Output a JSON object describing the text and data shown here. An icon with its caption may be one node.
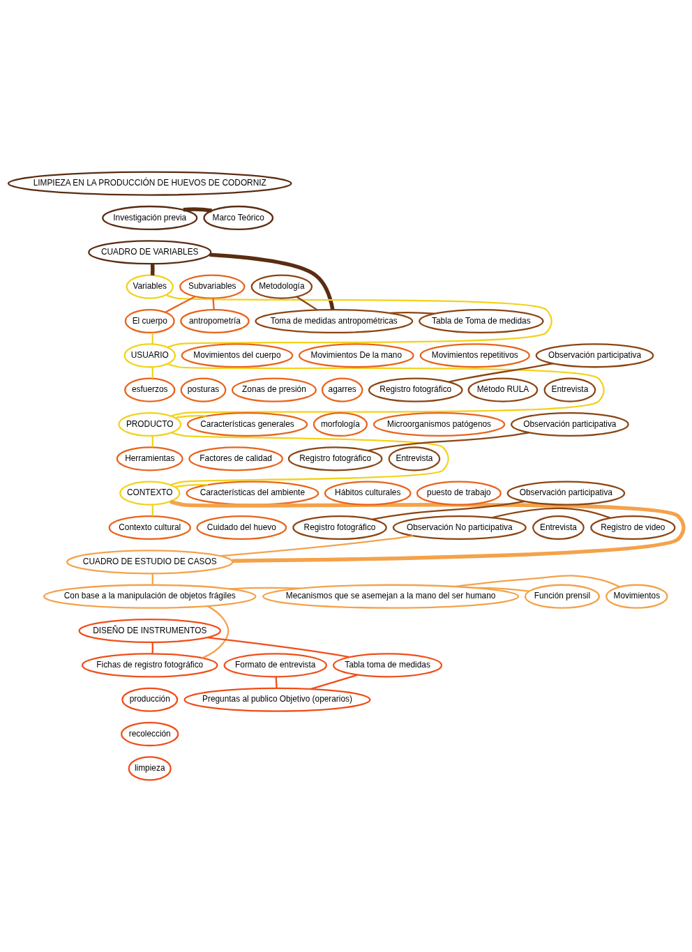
{
  "diagram": {
    "nodes": [
      {
        "text": [
          "LIMPIEZA EN LA PRODUCCIÓN DE HUEVOS DE CODORNIZ"
        ]
      },
      {
        "text": [
          "Investigación previa"
        ]
      },
      {
        "text": [
          "Marco Teórico"
        ]
      },
      {
        "text": [
          "CUADRO DE VARIABLES"
        ]
      },
      {
        "text": [
          "Variables"
        ]
      },
      {
        "text": [
          "Subvariables"
        ]
      },
      {
        "text": [
          "El cuerpo"
        ]
      },
      {
        "text": [
          "antropometría"
        ]
      },
      {
        "text": [
          "Toma de medidas antropométricas"
        ]
      },
      {
        "text": [
          "Metodología"
        ]
      },
      {
        "text": [
          "Tabla de Toma de medidas"
        ]
      },
      {
        "text": [
          "USUARIO"
        ]
      },
      {
        "text": [
          "Movimientos del cuerpo"
        ]
      },
      {
        "text": [
          "Movimientos De la mano"
        ]
      },
      {
        "text": [
          "Movimientos repetitivos"
        ]
      },
      {
        "text": [
          "Observación participativa"
        ]
      },
      {
        "text": [
          "esfuerzos"
        ]
      },
      {
        "text": [
          "posturas"
        ]
      },
      {
        "text": [
          "Zonas de presión"
        ]
      },
      {
        "text": [
          "agarres"
        ]
      },
      {
        "text": [
          "Registro fotográfico"
        ]
      },
      {
        "text": [
          "Método RULA"
        ]
      },
      {
        "text": [
          "Entrevista"
        ]
      },
      {
        "text": [
          "PRODUCTO"
        ]
      },
      {
        "text": [
          "Características generales"
        ]
      },
      {
        "text": [
          "morfología"
        ]
      },
      {
        "text": [
          "Microorganismos patógenos"
        ]
      },
      {
        "text": [
          "Observación participativa"
        ]
      },
      {
        "text": [
          "Herramientas"
        ]
      },
      {
        "text": [
          "Factores de calidad"
        ]
      },
      {
        "text": [
          "Registro fotográfico"
        ]
      },
      {
        "text": [
          "Entrevista"
        ]
      },
      {
        "text": [
          "CONTEXTO"
        ]
      },
      {
        "text": [
          "Características del ambiente"
        ]
      },
      {
        "text": [
          "Hábitos culturales"
        ]
      },
      {
        "text": [
          "puesto de trabajo"
        ]
      },
      {
        "text": [
          "Observación participativa"
        ]
      },
      {
        "text": [
          "Contexto cultural"
        ]
      },
      {
        "text": [
          "Cuidado del huevo"
        ]
      },
      {
        "text": [
          "Registro fotográfico"
        ]
      },
      {
        "text": [
          "Observación No participativa"
        ]
      },
      {
        "text": [
          "Entrevista"
        ]
      },
      {
        "text": [
          "Registro de video"
        ]
      },
      {
        "text": [
          "CUADRO DE ESTUDIO DE CASOS"
        ]
      },
      {
        "text": [
          "Con base a la manipulación de objetos frágiles"
        ]
      },
      {
        "text": [
          "Mecanismos que se asemejan a la mano del ser humano"
        ]
      },
      {
        "text": [
          "Función prensil"
        ]
      },
      {
        "text": [
          "Movimientos"
        ]
      },
      {
        "text": [
          "DISEÑO DE INSTRUMENTOS"
        ]
      },
      {
        "text": [
          "Fichas de registro fotográfico"
        ]
      },
      {
        "text": [
          "Formato de entrevista"
        ]
      },
      {
        "text": [
          "Tabla toma de medidas"
        ]
      },
      {
        "text": [
          "producción"
        ]
      },
      {
        "text": [
          "recolección"
        ]
      },
      {
        "text": [
          "limpieza"
        ]
      },
      {
        "text": [
          "Preguntas al publico Objetivo (operarios)"
        ]
      }
    ],
    "edges": [
      {
        "from": 1,
        "to": 2,
        "arrow": "none",
        "style": "thick",
        "color": "#5a2d12"
      },
      {
        "from": 3,
        "to": 4,
        "arrow": "none",
        "style": "thick",
        "color": "#5a2d12"
      },
      {
        "from": 3,
        "to": 8,
        "arrow": "none",
        "style": "thick",
        "color": "#5a2d12"
      },
      {
        "from": 8,
        "to": 9,
        "arrow": "none",
        "color": "#8b4513"
      },
      {
        "from": 8,
        "to": 10,
        "arrow": "none",
        "color": "#8b4513"
      },
      {
        "from": 5,
        "to": 6,
        "arrow": "none",
        "color": "#e8641b"
      },
      {
        "from": 5,
        "to": 7,
        "arrow": "none",
        "color": "#e8641b"
      },
      {
        "from": 4,
        "to": 11,
        "arrow": "none",
        "color": "#f2d21b"
      },
      {
        "from": 11,
        "to": 6,
        "arrow": "none",
        "color": "#f2d21b"
      },
      {
        "from": 11,
        "to": 16,
        "arrow": "none",
        "color": "#f2d21b"
      },
      {
        "from": 15,
        "to": 20,
        "arrow": "none",
        "color": "#8b4513"
      },
      {
        "from": 11,
        "to": 23,
        "arrow": "none",
        "color": "#f2d21b"
      },
      {
        "from": 23,
        "to": 24,
        "arrow": "none",
        "color": "#f2d21b"
      },
      {
        "from": 23,
        "to": 28,
        "arrow": "none",
        "color": "#f2d21b"
      },
      {
        "from": 27,
        "to": 30,
        "arrow": "none",
        "color": "#8b4513"
      },
      {
        "from": 23,
        "to": 32,
        "arrow": "none",
        "color": "#f2d21b"
      },
      {
        "from": 32,
        "to": 33,
        "arrow": "none",
        "color": "#f2d21b"
      },
      {
        "from": 32,
        "to": 37,
        "arrow": "none",
        "color": "#f2d21b"
      },
      {
        "from": 36,
        "to": 39,
        "arrow": "none",
        "color": "#8b4513"
      },
      {
        "from": 40,
        "to": 42,
        "arrow": "none",
        "color": "#8b4513"
      },
      {
        "from": 32,
        "to": 43,
        "arrow": "none",
        "style": "thick",
        "color": "#f4a24a"
      },
      {
        "from": 40,
        "to": 43,
        "arrow": "none",
        "color": "#f4a24a"
      },
      {
        "from": 43,
        "to": 44,
        "arrow": "none",
        "color": "#f4a24a"
      },
      {
        "from": 44,
        "to": 45,
        "arrow": "none",
        "color": "#f4a24a"
      },
      {
        "from": 45,
        "to": 46,
        "arrow": "none",
        "color": "#f4a24a"
      },
      {
        "from": 45,
        "to": 47,
        "arrow": "none",
        "color": "#f4a24a"
      },
      {
        "from": 44,
        "to": 49,
        "arrow": "none",
        "color": "#f4a24a"
      },
      {
        "from": 48,
        "to": 49,
        "arrow": "none",
        "color": "#f04e18"
      },
      {
        "from": 48,
        "to": 51,
        "arrow": "none",
        "color": "#f04e18"
      },
      {
        "from": 50,
        "to": 55,
        "arrow": "none",
        "color": "#f04e18"
      },
      {
        "from": 51,
        "to": 55,
        "arrow": "none",
        "color": "#f04e18"
      }
    ]
  }
}
